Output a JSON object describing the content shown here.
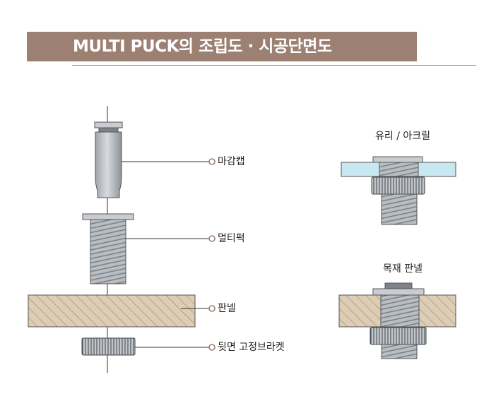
{
  "header": {
    "title": "MULTI PUCK의 조립도 · 시공단면도"
  },
  "assembly": {
    "labels": {
      "cap": "마감캡",
      "multipuck": "멀티퍽",
      "panel": "판넬",
      "bracket": "뒷면 고정브라켓"
    }
  },
  "sections": {
    "glass_title": "유리 / 아크릴",
    "wood_title": "목재 판넬"
  },
  "colors": {
    "title_bg": "#9c8173",
    "panel_wood": "#dccdb4",
    "glass": "#c7e8f0",
    "metal": "#b7bcc0",
    "metal_dark": "#6d7378"
  }
}
